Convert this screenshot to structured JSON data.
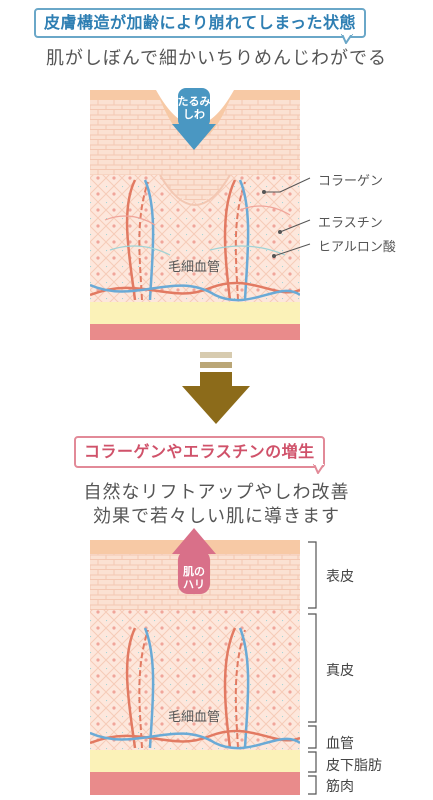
{
  "top": {
    "title": "皮膚構造が加齢により崩れてしまった状態",
    "subtitle": "肌がしぼんで細かいちりめんじわがでる",
    "arrow_label_line1": "たるみ",
    "arrow_label_line2": "しわ",
    "labels": {
      "collagen": "コラーゲン",
      "elastin": "エラスチン",
      "hyaluronic": "ヒアルロン酸",
      "capillary": "毛細血管"
    }
  },
  "bottom": {
    "title": "コラーゲンやエラスチンの増生",
    "subtitle_line1": "自然なリフトアップやしわ改善",
    "subtitle_line2": "効果で若々しい肌に導きます",
    "arrow_label_line1": "肌の",
    "arrow_label_line2": "ハリ",
    "capillary": "毛細血管",
    "layers": {
      "epidermis": "表皮",
      "dermis": "真皮",
      "blood_vessel": "血管",
      "subcutaneous_fat": "皮下脂肪",
      "muscle": "筋肉"
    }
  },
  "colors": {
    "skin_surface": "#f7c9a5",
    "brick": "#fbe1d2",
    "dermis": "#fde7dc",
    "fat": "#fbf2b8",
    "muscle": "#e98b8b",
    "vessel_red": "#e27a62",
    "vessel_blue": "#6aaad6",
    "blue_accent": "#2f7fb3",
    "pink_accent": "#d0526a",
    "transition_arrow": "#8c6b1a"
  }
}
